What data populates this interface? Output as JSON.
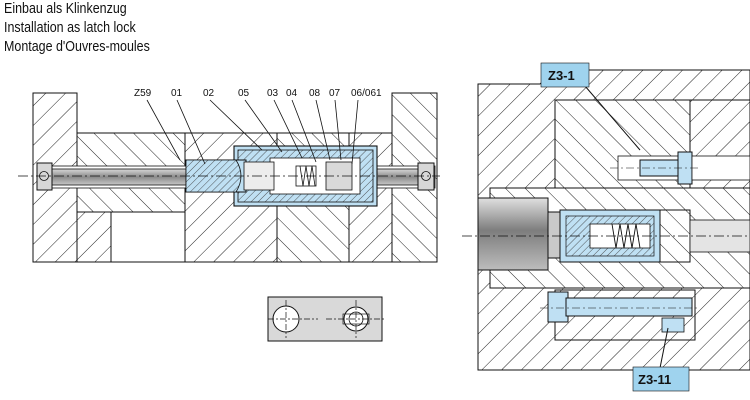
{
  "titles": {
    "line1": "Einbau als Klinkenzug",
    "line2": "Installation as latch lock",
    "line3": "Montage d'Ouvres-moules"
  },
  "part_labels": {
    "z59": "Z59",
    "p01": "01",
    "p02": "02",
    "p05": "05",
    "p03": "03",
    "p04": "04",
    "p08": "08",
    "p07": "07",
    "p06": "06/061"
  },
  "detail_labels": {
    "z3_1": "Z3-1",
    "z3_11": "Z3-11"
  },
  "colors": {
    "part_blue": "#bfe0f3",
    "label_bg": "#9fd3ee",
    "hatch": "#222222",
    "rod_grey": "#9a9a9a"
  }
}
